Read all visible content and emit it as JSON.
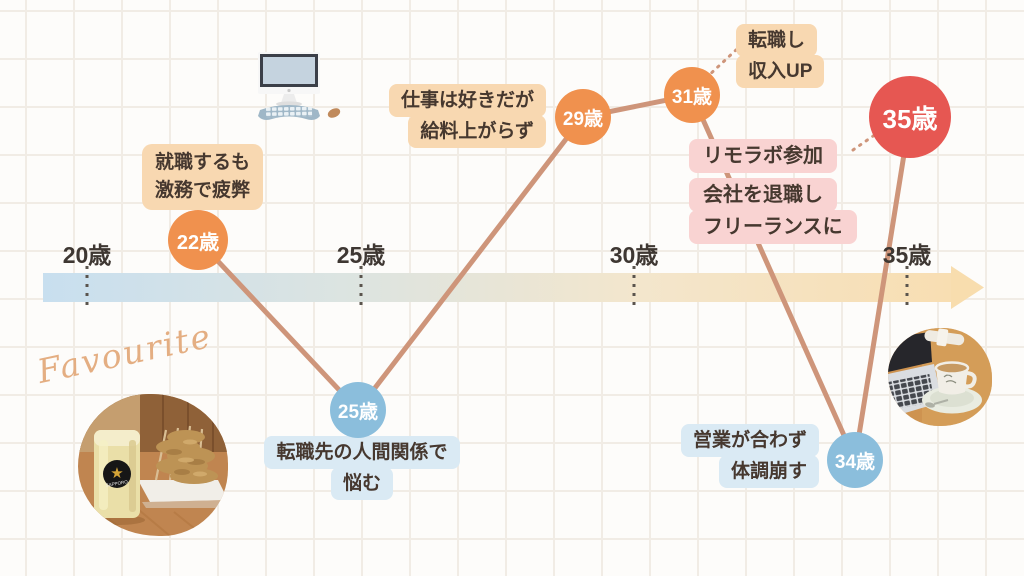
{
  "colors": {
    "bg": "#FDFCFA",
    "grid_line": "#F1ECE5",
    "text_dark": "#46382F",
    "label_dark": "#3E3732",
    "orange_circle": "#F0914E",
    "blue_circle": "#8BBEDC",
    "red_circle": "#E65752",
    "peach_box": "#F8D8B1",
    "pink_box": "#F9D3D2",
    "blue_box": "#DAEAF4",
    "line_tan": "#CE957A",
    "tick_dot": "#5A544D",
    "timeline_blue": "#C8DFEF",
    "timeline_cream": "#F8DEB2",
    "favourite_script": "#E4AE82"
  },
  "timeline": {
    "ticks": [
      {
        "label": "20歳"
      },
      {
        "label": "25歳"
      },
      {
        "label": "30歳"
      },
      {
        "label": "35歳"
      }
    ]
  },
  "milestones": {
    "m22": {
      "age": "22歳"
    },
    "m25": {
      "age": "25歳"
    },
    "m29": {
      "age": "29歳"
    },
    "m31": {
      "age": "31歳"
    },
    "m34": {
      "age": "34歳"
    },
    "m35": {
      "age": "35歳"
    }
  },
  "notes": {
    "employment": {
      "lines": [
        "就職するも",
        "激務で疲弊"
      ]
    },
    "relationship": {
      "lines": [
        "転職先の人間関係で",
        "悩む"
      ]
    },
    "salary": {
      "lines": [
        "仕事は好きだが",
        "給料上がらず"
      ]
    },
    "income_up": {
      "lines": [
        "転職し",
        "収入UP"
      ]
    },
    "remolab": {
      "lines": [
        "リモラボ参加"
      ]
    },
    "freelance": {
      "lines": [
        "会社を退職し",
        "フリーランスに"
      ]
    },
    "health": {
      "lines": [
        "営業が合わず",
        "体調崩す"
      ]
    }
  },
  "decorations": {
    "favourite_label": "Favourite"
  },
  "images": {
    "computer": "desktop-computer-illustration",
    "beer": "beer-and-kushikatsu-photo",
    "coffee": "coffee-cup-and-laptop-photo"
  }
}
